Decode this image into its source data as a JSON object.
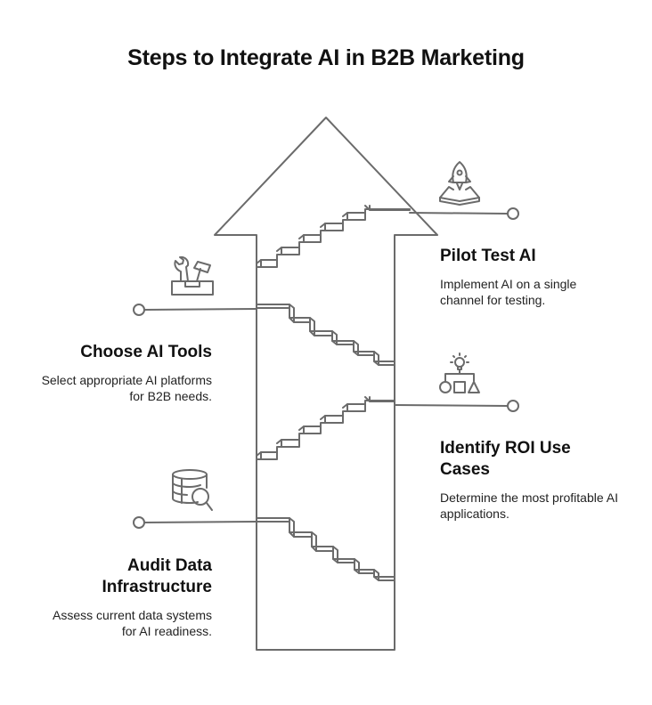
{
  "title": "Steps to Integrate AI in B2B Marketing",
  "steps": [
    {
      "id": "audit",
      "title": "Audit Data Infrastructure",
      "description": "Assess current data systems for AI readiness.",
      "icon": "database-search-icon"
    },
    {
      "id": "identify",
      "title": "Identify ROI Use Cases",
      "description": "Determine the most profitable AI applications.",
      "icon": "idea-shapes-icon"
    },
    {
      "id": "choose",
      "title": "Choose AI Tools",
      "description": "Select appropriate AI platforms for B2B needs.",
      "icon": "toolbox-icon"
    },
    {
      "id": "pilot",
      "title": "Pilot Test AI",
      "description": "Implement AI on a single channel for testing.",
      "icon": "rocket-icon"
    }
  ],
  "colors": {
    "stroke": "#6b6b6b",
    "text": "#111111"
  }
}
